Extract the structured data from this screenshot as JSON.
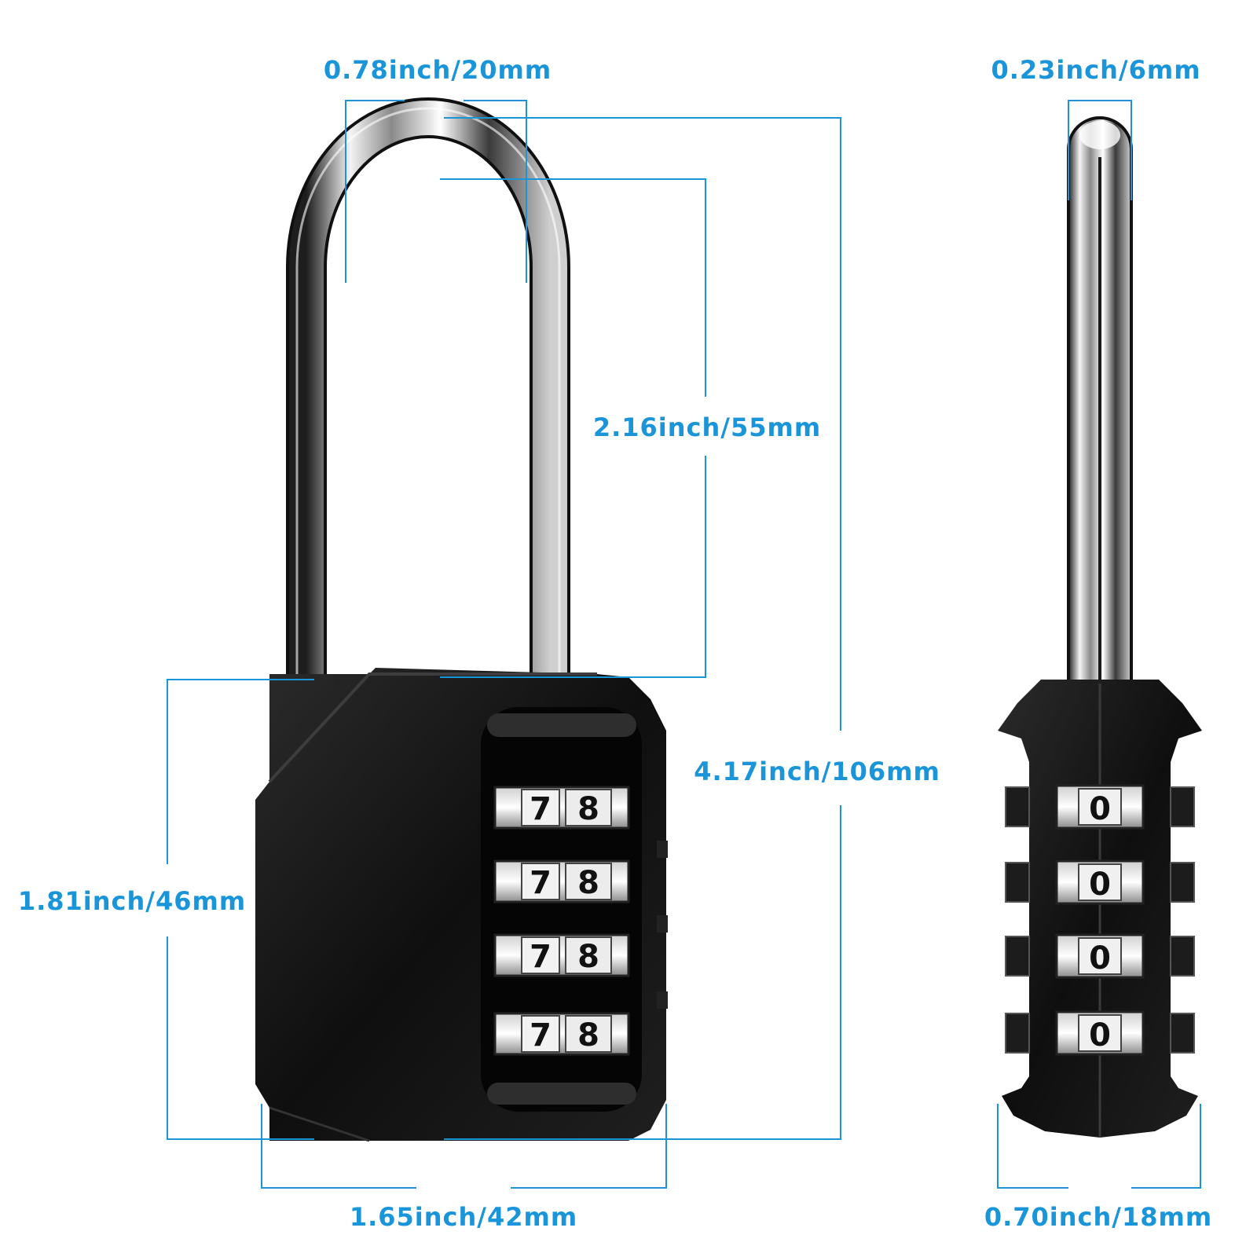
{
  "colors": {
    "dimension": "#1a95d9",
    "body": "#141414",
    "chrome_light": "#e6e6e6",
    "chrome_dark": "#2a2a2a"
  },
  "front": {
    "dials": [
      {
        "left": "7",
        "right": "8"
      },
      {
        "left": "7",
        "right": "8"
      },
      {
        "left": "7",
        "right": "8"
      },
      {
        "left": "7",
        "right": "8"
      }
    ]
  },
  "side": {
    "dials": [
      "0",
      "0",
      "0",
      "0"
    ]
  },
  "dimensions": {
    "shackle_inner_width": "0.78inch/20mm",
    "shackle_diameter": "0.23inch/6mm",
    "shackle_clearance": "2.16inch/55mm",
    "total_height": "4.17inch/106mm",
    "body_height": "1.81inch/46mm",
    "body_width": "1.65inch/42mm",
    "body_depth": "0.70inch/18mm"
  }
}
